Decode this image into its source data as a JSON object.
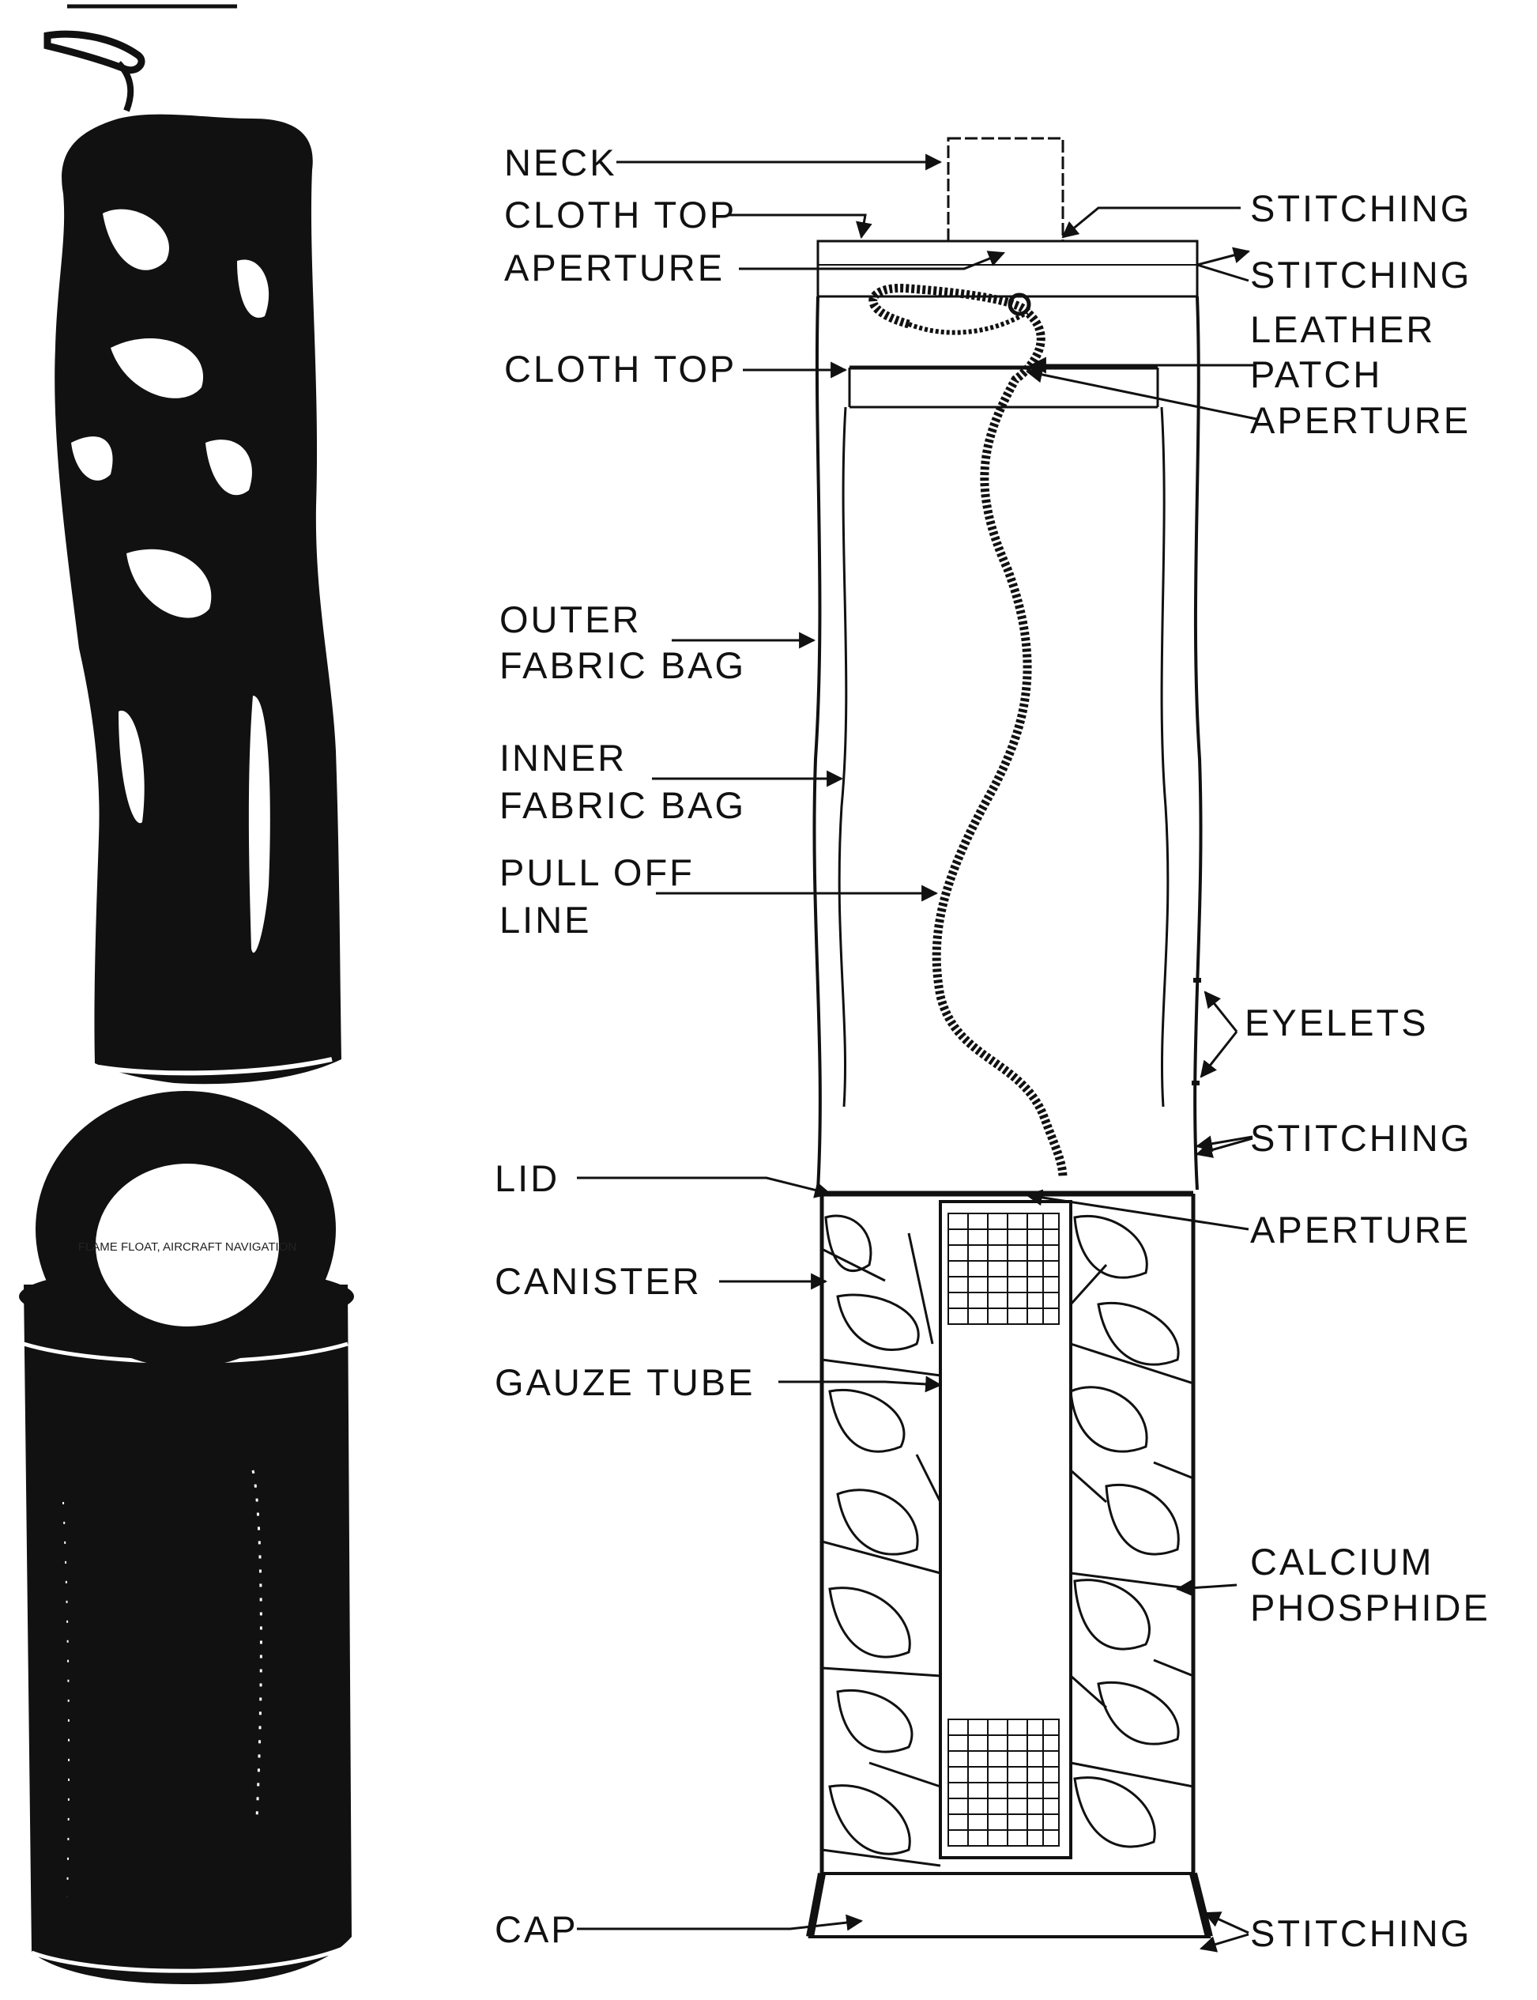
{
  "colors": {
    "ink": "#111111",
    "paper": "#ffffff"
  },
  "photo_caption": "FLAME FLOAT, AIRCRAFT NAVIGATION",
  "labels": {
    "neck": "NECK",
    "cloth_top_1": "CLOTH TOP",
    "aperture_1": "APERTURE",
    "cloth_top_2": "CLOTH TOP",
    "outer_bag_1": "OUTER",
    "outer_bag_2": "FABRIC BAG",
    "inner_bag_1": "INNER",
    "inner_bag_2": "FABRIC BAG",
    "pull_off_1": "PULL OFF",
    "pull_off_2": "LINE",
    "lid": "LID",
    "canister": "CANISTER",
    "gauze_tube": "GAUZE TUBE",
    "cap": "CAP",
    "stitching_1": "STITCHING",
    "stitching_2": "STITCHING",
    "leather_patch_1": "LEATHER",
    "leather_patch_2": "PATCH",
    "aperture_2": "APERTURE",
    "eyelets": "EYELETS",
    "stitching_3": "STITCHING",
    "aperture_3": "APERTURE",
    "calcium_1": "CALCIUM",
    "calcium_2": "PHOSPHIDE",
    "stitching_4": "STITCHING"
  }
}
